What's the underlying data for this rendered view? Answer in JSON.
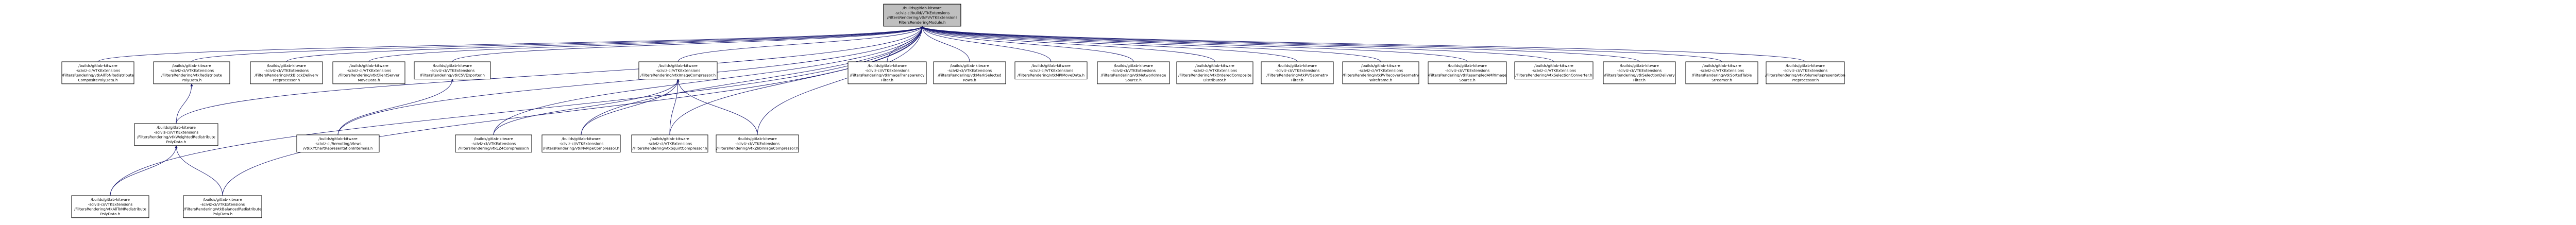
{
  "graph": {
    "type": "include-dependency-graph",
    "colors": {
      "edge": "#191970",
      "root_fill": "#bfbfbf",
      "node_fill": "#ffffff",
      "node_stroke": "#000000"
    },
    "root": {
      "id": "root",
      "lines": [
        "/builds/gitlab-kitware",
        "-sciviz-ci/build/VTKExtensions",
        "/FiltersRendering/vtkPVVTKExtensions",
        "FiltersRenderingModule.h"
      ]
    },
    "nodes": [
      {
        "id": "n1",
        "lines": [
          "/builds/gitlab-kitware",
          "-sciviz-ci/VTKExtensions",
          "/FiltersRendering/vtkAllToNRedistribute",
          "CompositePolyData.h"
        ]
      },
      {
        "id": "n2",
        "lines": [
          "/builds/gitlab-kitware",
          "-sciviz-ci/VTKExtensions",
          "/FiltersRendering/vtkRedistribute",
          "PolyData.h"
        ]
      },
      {
        "id": "n3",
        "lines": [
          "/builds/gitlab-kitware",
          "-sciviz-ci/VTKExtensions",
          "/FiltersRendering/vtkWeightedRedistribute",
          "PolyData.h"
        ]
      },
      {
        "id": "n4",
        "lines": [
          "/builds/gitlab-kitware",
          "-sciviz-ci/VTKExtensions",
          "/FiltersRendering/vtkAllToNRedistribute",
          "PolyData.h"
        ]
      },
      {
        "id": "n5",
        "lines": [
          "/builds/gitlab-kitware",
          "-sciviz-ci/VTKExtensions",
          "/FiltersRendering/vtkBalancedRedistribute",
          "PolyData.h"
        ]
      },
      {
        "id": "n6",
        "lines": [
          "/builds/gitlab-kitware",
          "-sciviz-ci/VTKExtensions",
          "/FiltersRendering/vtkBlockDelivery",
          "Preprocessor.h"
        ]
      },
      {
        "id": "n7",
        "lines": [
          "/builds/gitlab-kitware",
          "-sciviz-ci/VTKExtensions",
          "/FiltersRendering/vtkClientServer",
          "MoveData.h"
        ]
      },
      {
        "id": "n8",
        "lines": [
          "/builds/gitlab-kitware",
          "-sciviz-ci/VTKExtensions",
          "/FiltersRendering/vtkCSVExporter.h"
        ]
      },
      {
        "id": "n9",
        "lines": [
          "/builds/gitlab-kitware",
          "-sciviz-ci/Remoting/Views",
          "/vtkXYChartRepresentationInternals.h"
        ]
      },
      {
        "id": "n10",
        "lines": [
          "/builds/gitlab-kitware",
          "-sciviz-ci/VTKExtensions",
          "/FiltersRendering/vtkImageCompressor.h"
        ]
      },
      {
        "id": "n11",
        "lines": [
          "/builds/gitlab-kitware",
          "-sciviz-ci/VTKExtensions",
          "/FiltersRendering/vtkLZ4Compressor.h"
        ]
      },
      {
        "id": "n12",
        "lines": [
          "/builds/gitlab-kitware",
          "-sciviz-ci/VTKExtensions",
          "/FiltersRendering/vtkNvPipeCompressor.h"
        ]
      },
      {
        "id": "n13",
        "lines": [
          "/builds/gitlab-kitware",
          "-sciviz-ci/VTKExtensions",
          "/FiltersRendering/vtkSquirtCompressor.h"
        ]
      },
      {
        "id": "n14",
        "lines": [
          "/builds/gitlab-kitware",
          "-sciviz-ci/VTKExtensions",
          "/FiltersRendering/vtkZlibImageCompressor.h"
        ]
      },
      {
        "id": "n15",
        "lines": [
          "/builds/gitlab-kitware",
          "-sciviz-ci/VTKExtensions",
          "/FiltersRendering/vtkImageTransparency",
          "Filter.h"
        ]
      },
      {
        "id": "n16",
        "lines": [
          "/builds/gitlab-kitware",
          "-sciviz-ci/VTKExtensions",
          "/FiltersRendering/vtkMarkSelected",
          "Rows.h"
        ]
      },
      {
        "id": "n17",
        "lines": [
          "/builds/gitlab-kitware",
          "-sciviz-ci/VTKExtensions",
          "/FiltersRendering/vtkMPIMoveData.h"
        ]
      },
      {
        "id": "n18",
        "lines": [
          "/builds/gitlab-kitware",
          "-sciviz-ci/VTKExtensions",
          "/FiltersRendering/vtkNetworkImage",
          "Source.h"
        ]
      },
      {
        "id": "n19",
        "lines": [
          "/builds/gitlab-kitware",
          "-sciviz-ci/VTKExtensions",
          "/FiltersRendering/vtkOrderedComposite",
          "Distributor.h"
        ]
      },
      {
        "id": "n20",
        "lines": [
          "/builds/gitlab-kitware",
          "-sciviz-ci/VTKExtensions",
          "/FiltersRendering/vtkPVGeometry",
          "Filter.h"
        ]
      },
      {
        "id": "n21",
        "lines": [
          "/builds/gitlab-kitware",
          "-sciviz-ci/VTKExtensions",
          "/FiltersRendering/vtkPVRecoverGeometry",
          "Wireframe.h"
        ]
      },
      {
        "id": "n22",
        "lines": [
          "/builds/gitlab-kitware",
          "-sciviz-ci/VTKExtensions",
          "/FiltersRendering/vtkResampledAMRImage",
          "Source.h"
        ]
      },
      {
        "id": "n23",
        "lines": [
          "/builds/gitlab-kitware",
          "-sciviz-ci/VTKExtensions",
          "/FiltersRendering/vtkSelectionConverter.h"
        ]
      },
      {
        "id": "n24",
        "lines": [
          "/builds/gitlab-kitware",
          "-sciviz-ci/VTKExtensions",
          "/FiltersRendering/vtkSelectionDelivery",
          "Filter.h"
        ]
      },
      {
        "id": "n25",
        "lines": [
          "/builds/gitlab-kitware",
          "-sciviz-ci/VTKExtensions",
          "/FiltersRendering/vtkSortedTable",
          "Streamer.h"
        ]
      },
      {
        "id": "n26",
        "lines": [
          "/builds/gitlab-kitware",
          "-sciviz-ci/VTKExtensions",
          "/FiltersRendering/vtkVolumeRepresentation",
          "Preprocessor.h"
        ]
      }
    ],
    "edges": [
      [
        "root",
        "n1"
      ],
      [
        "root",
        "n2"
      ],
      [
        "root",
        "n3"
      ],
      [
        "root",
        "n4"
      ],
      [
        "root",
        "n5"
      ],
      [
        "root",
        "n6"
      ],
      [
        "root",
        "n7"
      ],
      [
        "root",
        "n8"
      ],
      [
        "root",
        "n9"
      ],
      [
        "root",
        "n10"
      ],
      [
        "root",
        "n11"
      ],
      [
        "root",
        "n12"
      ],
      [
        "root",
        "n13"
      ],
      [
        "root",
        "n14"
      ],
      [
        "root",
        "n15"
      ],
      [
        "root",
        "n16"
      ],
      [
        "root",
        "n17"
      ],
      [
        "root",
        "n18"
      ],
      [
        "root",
        "n19"
      ],
      [
        "root",
        "n20"
      ],
      [
        "root",
        "n21"
      ],
      [
        "root",
        "n22"
      ],
      [
        "root",
        "n23"
      ],
      [
        "root",
        "n24"
      ],
      [
        "root",
        "n25"
      ],
      [
        "root",
        "n26"
      ],
      [
        "n2",
        "n3"
      ],
      [
        "n3",
        "n4"
      ],
      [
        "n3",
        "n5"
      ],
      [
        "n8",
        "n9"
      ],
      [
        "n10",
        "n11"
      ],
      [
        "n10",
        "n12"
      ],
      [
        "n10",
        "n13"
      ],
      [
        "n10",
        "n14"
      ]
    ]
  }
}
